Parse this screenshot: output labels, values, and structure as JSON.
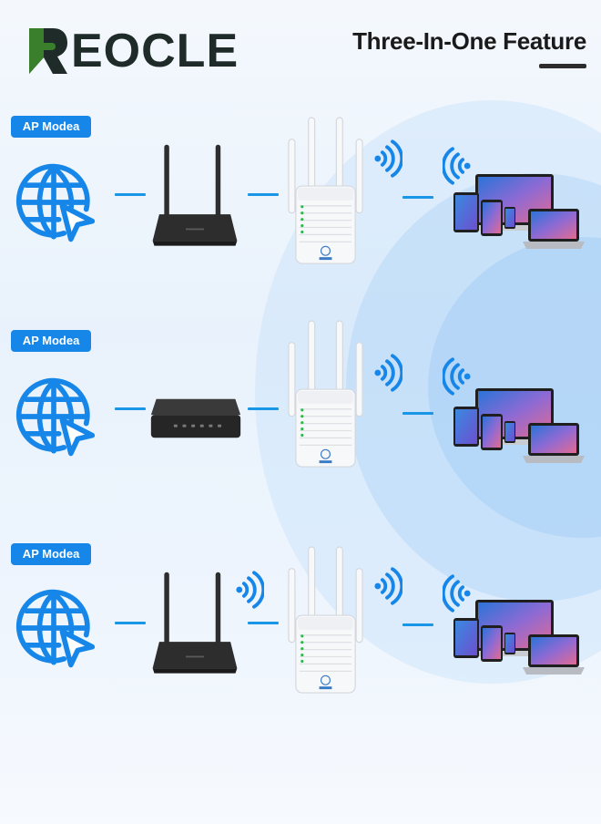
{
  "brand": {
    "name": "EOCLE"
  },
  "feature": {
    "title": "Three-In-One Feature"
  },
  "rows": [
    {
      "mode_label": "AP Modea",
      "source_device": "router"
    },
    {
      "mode_label": "AP Modea",
      "source_device": "switch"
    },
    {
      "mode_label": "AP Modea",
      "source_device": "router"
    }
  ],
  "colors": {
    "accent": "#1687e8",
    "line": "#1a96e6",
    "device_dark": "#2a2a2a",
    "brand_dark": "#1f2b29",
    "brand_green": "#3a7f2c"
  },
  "icons": [
    "globe-cursor-icon",
    "router-icon",
    "switch-icon",
    "repeater-icon",
    "wifi-signal-icon",
    "devices-icon"
  ]
}
